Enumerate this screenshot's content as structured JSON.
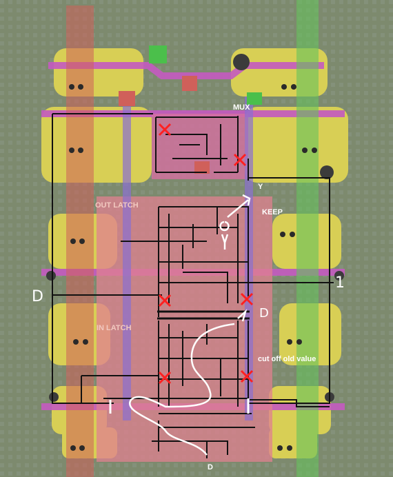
{
  "labels": {
    "mux": "MUX",
    "y_top": "Y",
    "keep": "KEEP",
    "out_latch": "OUT LATCH",
    "in_latch": "IN LATCH",
    "cut_off": "cut off old value",
    "d_bottom": "D",
    "d_left": "D",
    "one_right": "1",
    "d_mid": "D"
  },
  "colors": {
    "background": "#7d8a6e",
    "yellow_diffusion": "#d8cf55",
    "magenta_poly": "#c45ac0",
    "red_stripe": "#d0605a",
    "green_stripe": "#66c25c",
    "pink_region": "#e08090",
    "purple_metal": "#8a6fd0",
    "wire": "#111111",
    "cut_mark": "#ff2020",
    "annotation": "#ffffff"
  }
}
